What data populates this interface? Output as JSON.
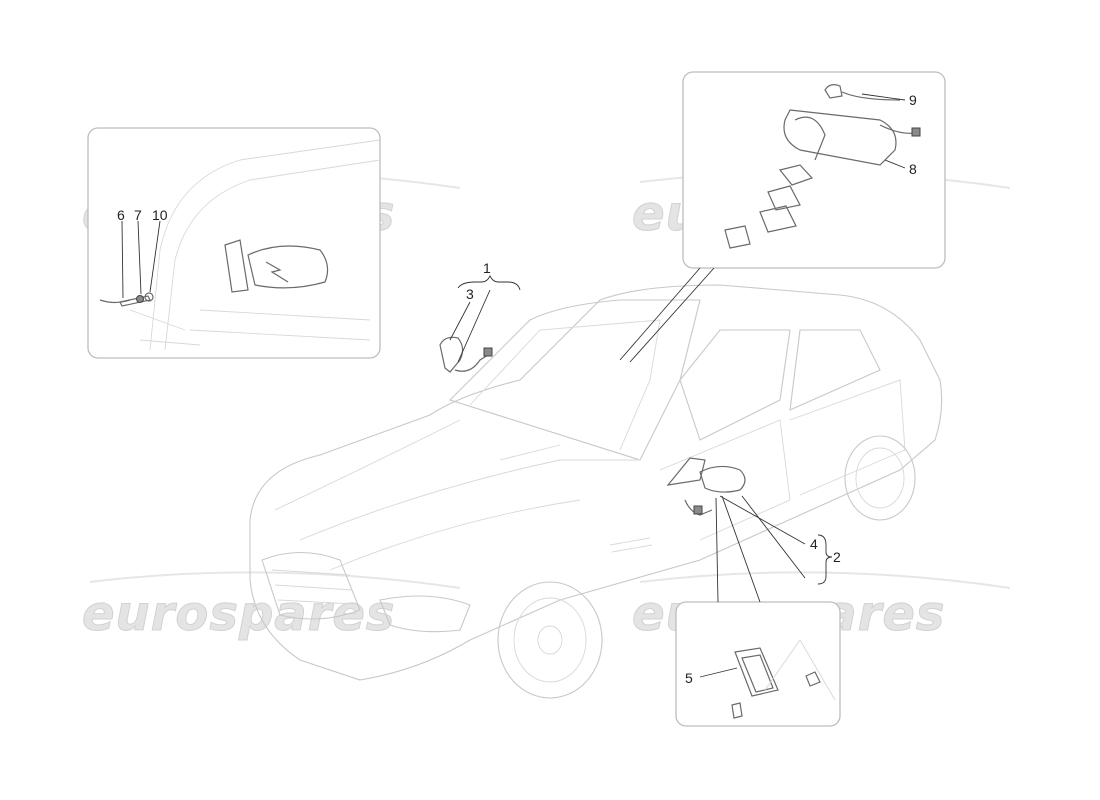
{
  "watermark": "eurospares",
  "callouts": {
    "c1": "1",
    "c2": "2",
    "c3": "3",
    "c4": "4",
    "c5": "5",
    "c6": "6",
    "c7": "7",
    "c8": "8",
    "c9": "9",
    "c10": "10"
  }
}
